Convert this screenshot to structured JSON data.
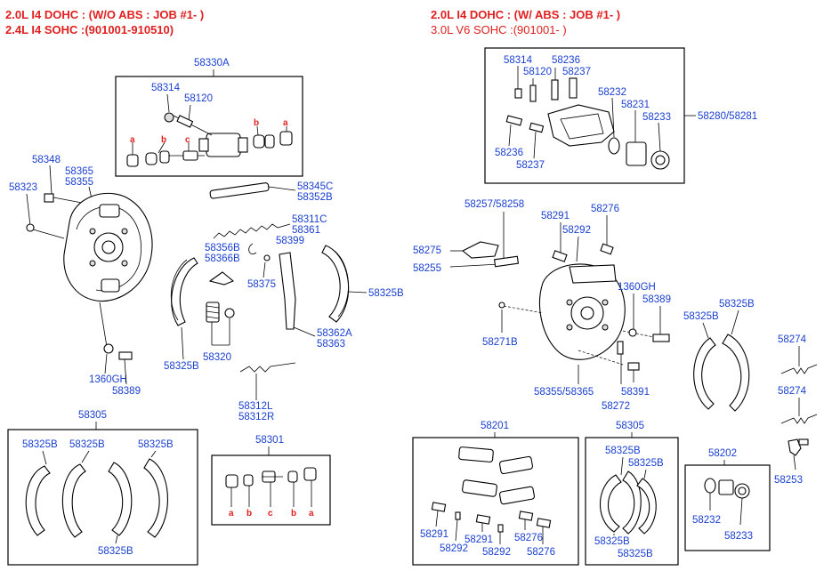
{
  "headers": {
    "left_line1": "2.0L I4 DOHC : (W/O ABS : JOB #1- )",
    "left_line2": "2.4L I4 SOHC :(901001-910510)",
    "right_line1": "2.0L I4 DOHC : (W/ ABS : JOB #1- )",
    "right_line2": "3.0L V6 SOHC :(901001- )"
  },
  "letters": [
    "a",
    "b",
    "c",
    "b",
    "a"
  ],
  "labels": {
    "l58330A": "58330A",
    "l58314a": "58314",
    "l58120a": "58120",
    "l58348": "58348",
    "l58365a": "58365",
    "l58355a": "58355",
    "l58323": "58323",
    "l58345C": "58345C",
    "l58352B": "58352B",
    "l58311C": "58311C",
    "l58361": "58361",
    "l58356B": "58356B",
    "l58366B": "58366B",
    "l58399": "58399",
    "l58375": "58375",
    "l58325Ba": "58325B",
    "l58362A": "58362A",
    "l58363": "58363",
    "l58325Bb": "58325B",
    "l58320": "58320",
    "l1360GHa": "1360GH",
    "l58389a": "58389",
    "l58312L": "58312L",
    "l58312R": "58312R",
    "l58305a": "58305",
    "l58325Bc": "58325B",
    "l58325Bd": "58325B",
    "l58325Be": "58325B",
    "l58325Bf": "58325B",
    "l58301": "58301",
    "l58314b": "58314",
    "l58236a": "58236",
    "l58120b": "58120",
    "l58237a": "58237",
    "l58232a": "58232",
    "l58231": "58231",
    "l58233a": "58233",
    "l58280": "58280/58281",
    "l58236b": "58236",
    "l58237b": "58237",
    "l58257": "58257/58258",
    "l58291a": "58291",
    "l58276a": "58276",
    "l58292a": "58292",
    "l58275": "58275",
    "l58255": "58255",
    "l1360GHb": "1360GH",
    "l58389b": "58389",
    "l58325Bg": "58325B",
    "l58325Bh": "58325B",
    "l58271B": "58271B",
    "l58274a": "58274",
    "l58274b": "58274",
    "l58355b": "58355/58365",
    "l58391": "58391",
    "l58272": "58272",
    "l58201": "58201",
    "l58305b": "58305",
    "l58325Bi": "58325B",
    "l58325Bj": "58325B",
    "l58202": "58202",
    "l58253": "58253",
    "l58291b": "58291",
    "l58292b": "58292",
    "l58291c": "58291",
    "l58292c": "58292",
    "l58276b": "58276",
    "l58276c": "58276",
    "l58232b": "58232",
    "l58233b": "58233",
    "l58325Bk": "58325B",
    "l58325Bl": "58325B"
  },
  "colors": {
    "header": "#e02020",
    "part_number": "#1a3fd0",
    "line": "#000000"
  }
}
